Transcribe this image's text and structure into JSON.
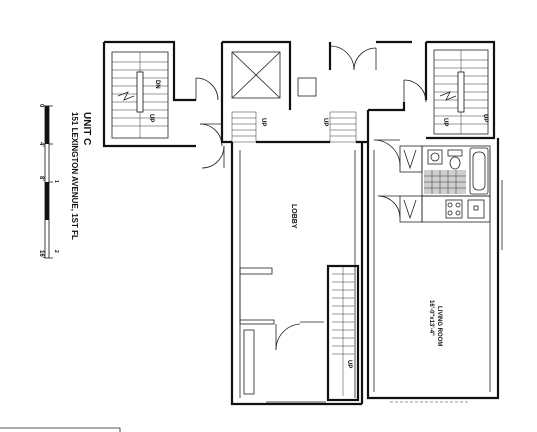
{
  "title": {
    "unit": "UNIT C",
    "address": "151 LEXINGTON  AVENUE, 1ST FL"
  },
  "scale": {
    "ticks_ft": [
      "0",
      "4'",
      "8'",
      "16'"
    ],
    "ticks_m": [
      "1",
      "2"
    ]
  },
  "rooms": {
    "lobby": "LOBBY",
    "living": "LIVING ROOM",
    "living_dims": "16'-0\"x13'-4\""
  },
  "stairs": {
    "up": "UP",
    "dn": "DN"
  }
}
